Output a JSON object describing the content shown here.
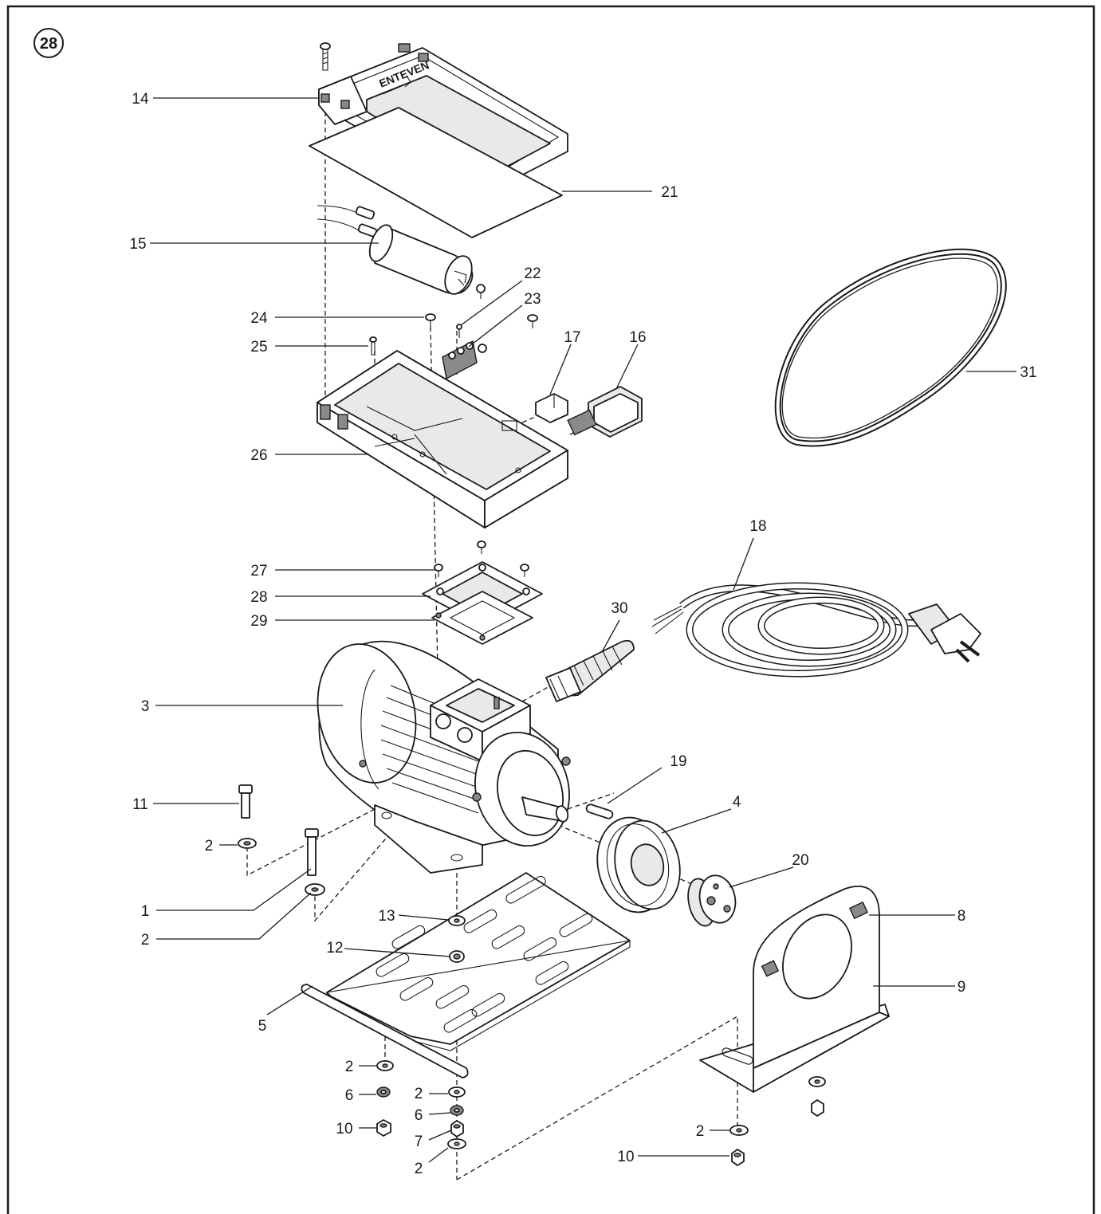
{
  "figure": {
    "number": "28",
    "box_brand_text": "ENTEVEN"
  },
  "callouts": {
    "c14": "14",
    "c21": "21",
    "c15": "15",
    "c22": "22",
    "c23": "23",
    "c24": "24",
    "c25": "25",
    "c17": "17",
    "c16": "16",
    "c31": "31",
    "c26": "26",
    "c18": "18",
    "c27": "27",
    "c28": "28",
    "c29": "29",
    "c30": "30",
    "c3": "3",
    "c19": "19",
    "c11": "11",
    "c4": "4",
    "c2a": "2",
    "c20": "20",
    "c1": "1",
    "c13": "13",
    "c8": "8",
    "c2b": "2",
    "c12": "12",
    "c9": "9",
    "c5": "5",
    "c2c": "2",
    "c6a": "6",
    "c2d": "2",
    "c6b": "6",
    "c10a": "10",
    "c7": "7",
    "c2e": "2",
    "c2f": "2",
    "c10b": "10"
  }
}
